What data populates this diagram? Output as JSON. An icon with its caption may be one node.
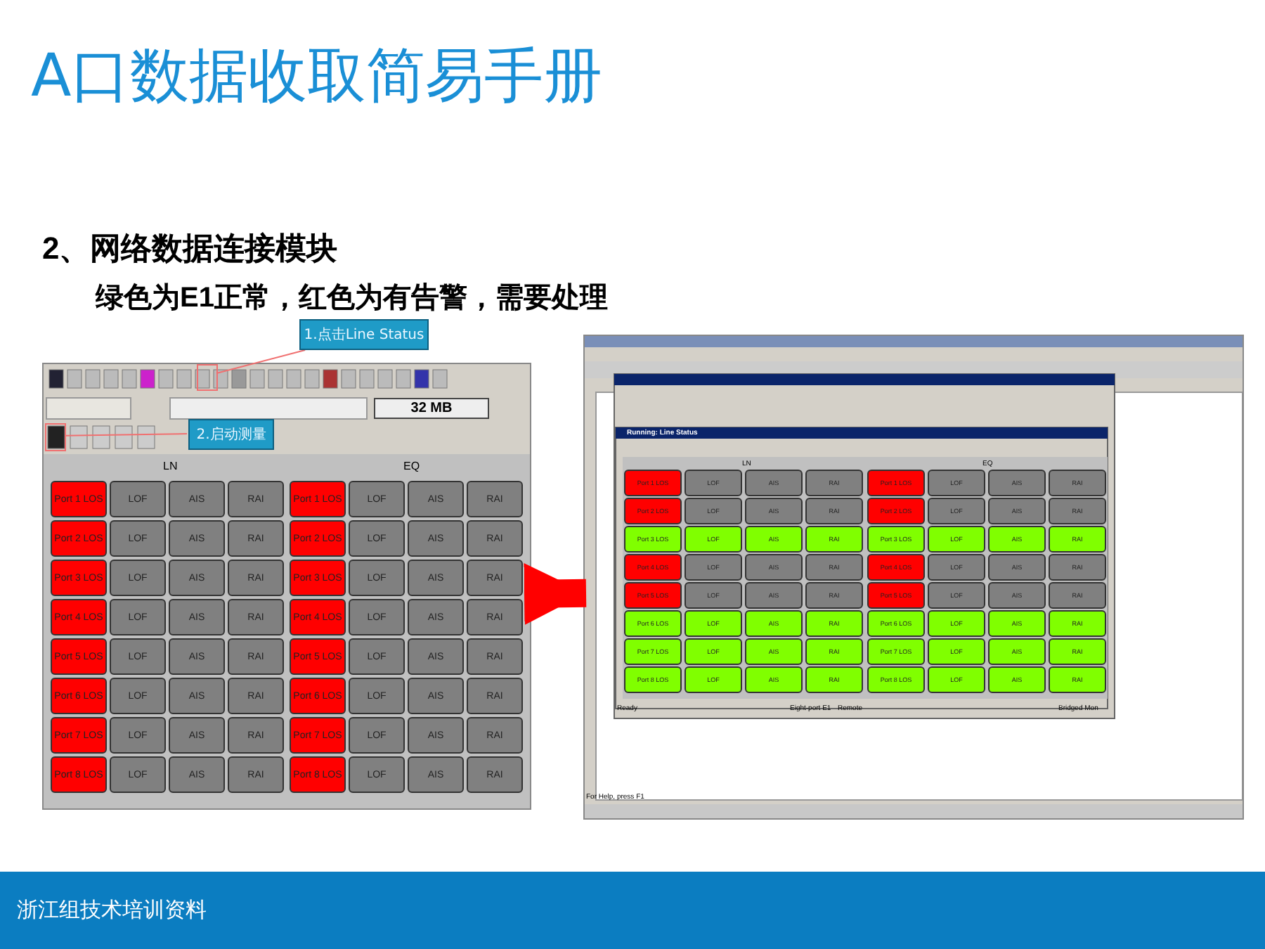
{
  "diagram": {
    "title": "A口数据收取简易手册",
    "nodes": [
      {
        "text": [],
        "shape": "picture"
      },
      {
        "text": [],
        "shape": "box",
        "in": 0
      },
      {
        "text": [],
        "shape": "box",
        "in": 0
      },
      {
        "text": [
          "1.点击Line Status"
        ]
      },
      {
        "text": [
          "2.启动测量"
        ],
        "in": 0
      },
      {
        "text": [],
        "shape": "picture"
      }
    ],
    "edges": [
      {
        "from": 3,
        "to": 1,
        "arrow": "none"
      },
      {
        "from": 4,
        "to": 2,
        "arrow": "none"
      },
      {
        "from": 0,
        "to": 5,
        "arrow": "to",
        "style": "thick",
        "color": "#ff0000"
      }
    ],
    "labels": [
      "2、网络数据连接模块",
      "绿色为E1正常，红色为有告警，需要处理",
      "32 MB",
      "LN",
      "EQ",
      "Port 1 LOS",
      "LOF",
      "AIS",
      "RAI",
      "Port 1 LOS",
      "LOF",
      "AIS",
      "RAI",
      "Port 2 LOS",
      "LOF",
      "AIS",
      "RAI",
      "Port 2 LOS",
      "LOF",
      "AIS",
      "RAI",
      "Port 3 LOS",
      "LOF",
      "AIS",
      "RAI",
      "Port 3 LOS",
      "LOF",
      "AIS",
      "RAI",
      "Port 4 LOS",
      "LOF",
      "AIS",
      "RAI",
      "Port 4 LOS",
      "LOF",
      "AIS",
      "RAI",
      "Port 5 LOS",
      "LOF",
      "AIS",
      "RAI",
      "Port 5 LOS",
      "LOF",
      "AIS",
      "RAI",
      "Port 6 LOS",
      "LOF",
      "AIS",
      "RAI",
      "Port 6 LOS",
      "LOF",
      "AIS",
      "RAI",
      "Port 7 LOS",
      "LOF",
      "AIS",
      "RAI",
      "Port 7 LOS",
      "LOF",
      "AIS",
      "RAI",
      "Port 8 LOS",
      "LOF",
      "AIS",
      "RAI",
      "Port 8 LOS",
      "LOF",
      "AIS",
      "RAI",
      "Running: Line Status",
      "LN",
      "EQ",
      "Port 1 LOS",
      "LOF",
      "AIS",
      "RAI",
      "Port 1 LOS",
      "LOF",
      "AIS",
      "RAI",
      "Port 2 LOS",
      "LOF",
      "AIS",
      "RAI",
      "Port 2 LOS",
      "LOF",
      "AIS",
      "RAI",
      "Port 3 LOS",
      "LOF",
      "AIS",
      "RAI",
      "Port 3 LOS",
      "LOF",
      "AIS",
      "RAI",
      "Port 4 LOS",
      "LOF",
      "AIS",
      "RAI",
      "Port 4 LOS",
      "LOF",
      "AIS",
      "RAI",
      "Port 5 LOS",
      "LOF",
      "AIS",
      "RAI",
      "Port 5 LOS",
      "LOF",
      "AIS",
      "RAI",
      "Port 6 LOS",
      "LOF",
      "AIS",
      "RAI",
      "Port 6 LOS",
      "LOF",
      "AIS",
      "RAI",
      "Port 7 LOS",
      "LOF",
      "AIS",
      "RAI",
      "Port 7 LOS",
      "LOF",
      "AIS",
      "RAI",
      "Port 8 LOS",
      "LOF",
      "AIS",
      "RAI",
      "Port 8 LOS",
      "LOF",
      "AIS",
      "RAI",
      "Ready",
      "Eight-port E1",
      "Remote",
      "Bridged Mon",
      "For Help, press F1",
      "浙江组技术培训资料"
    ]
  }
}
